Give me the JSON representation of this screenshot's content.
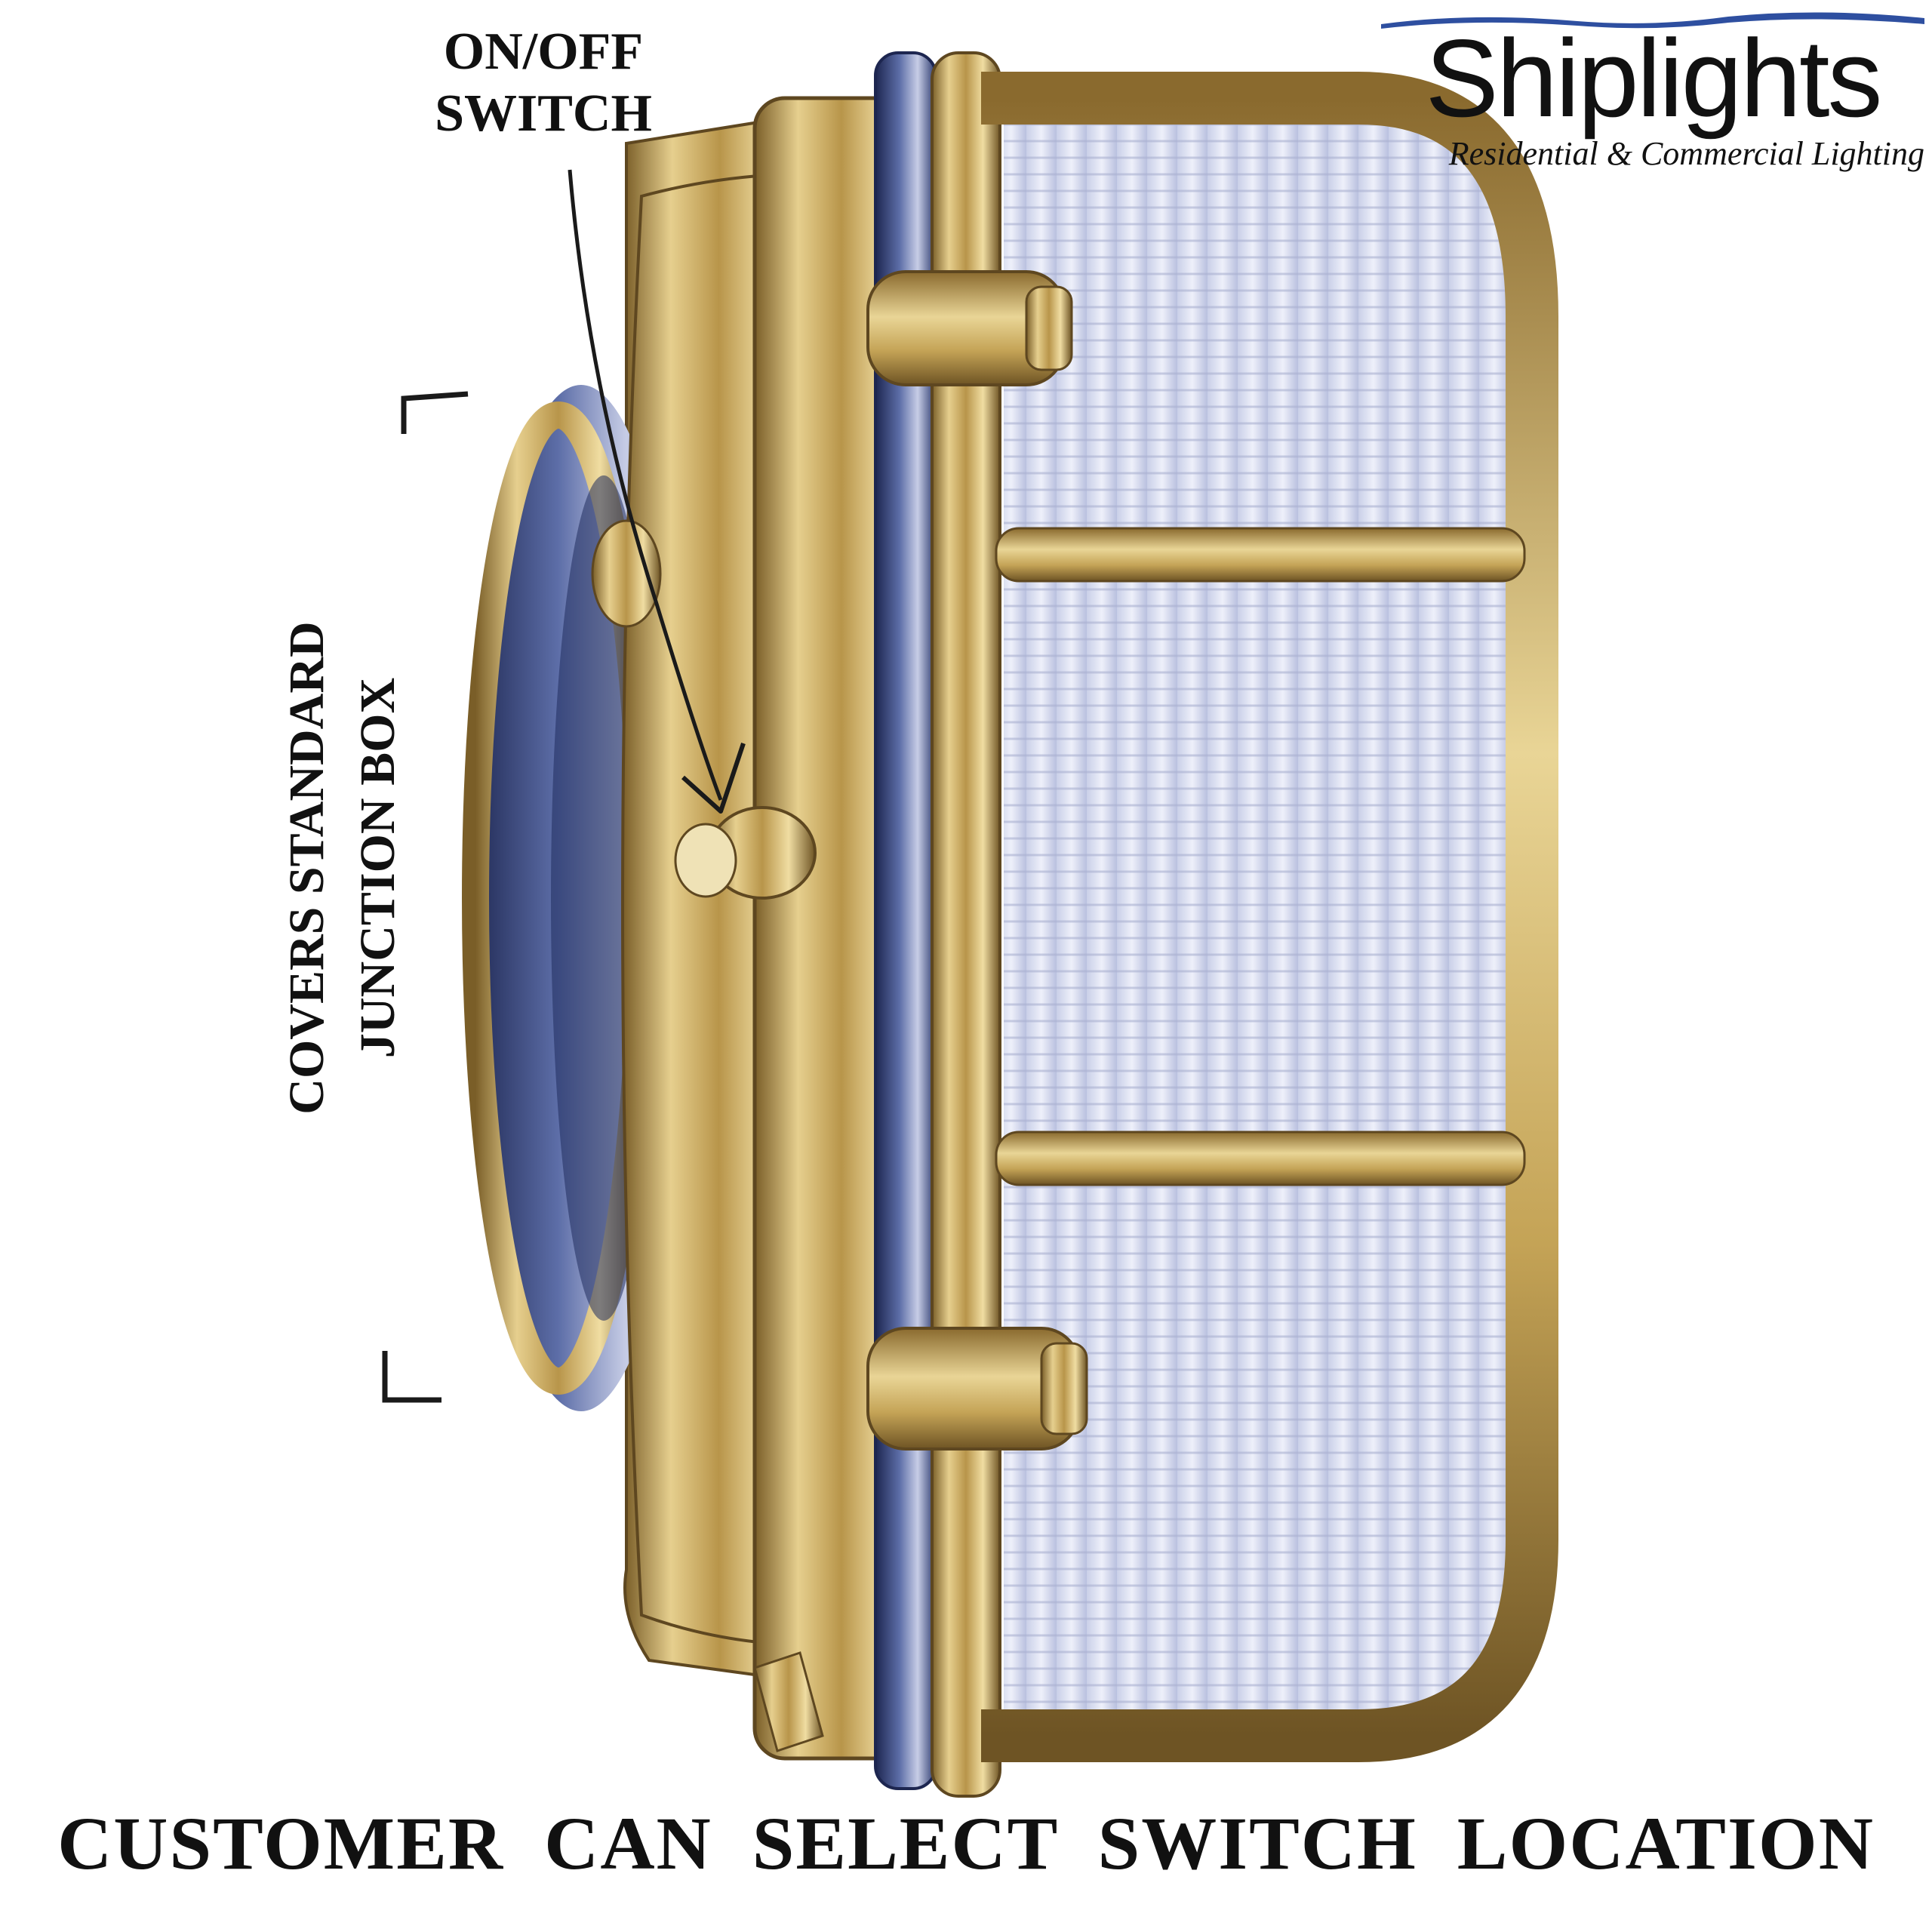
{
  "callouts": {
    "switch_line1": "ON/OFF",
    "switch_line2": "SWITCH",
    "junction_line1": "COVERS STANDARD",
    "junction_line2": "JUNCTION BOX"
  },
  "logo": {
    "name": "Shiplights",
    "tagline": "Residential & Commercial Lighting",
    "accent_color": "#2e4fa0"
  },
  "footer": {
    "title": "CUSTOMER CAN SELECT  SWITCH  LOCATION"
  },
  "colors": {
    "brass": "#c9a857",
    "brass_dark": "#6e5424",
    "glass": "#dfe3f2",
    "chrome_blue": "#26346a"
  }
}
